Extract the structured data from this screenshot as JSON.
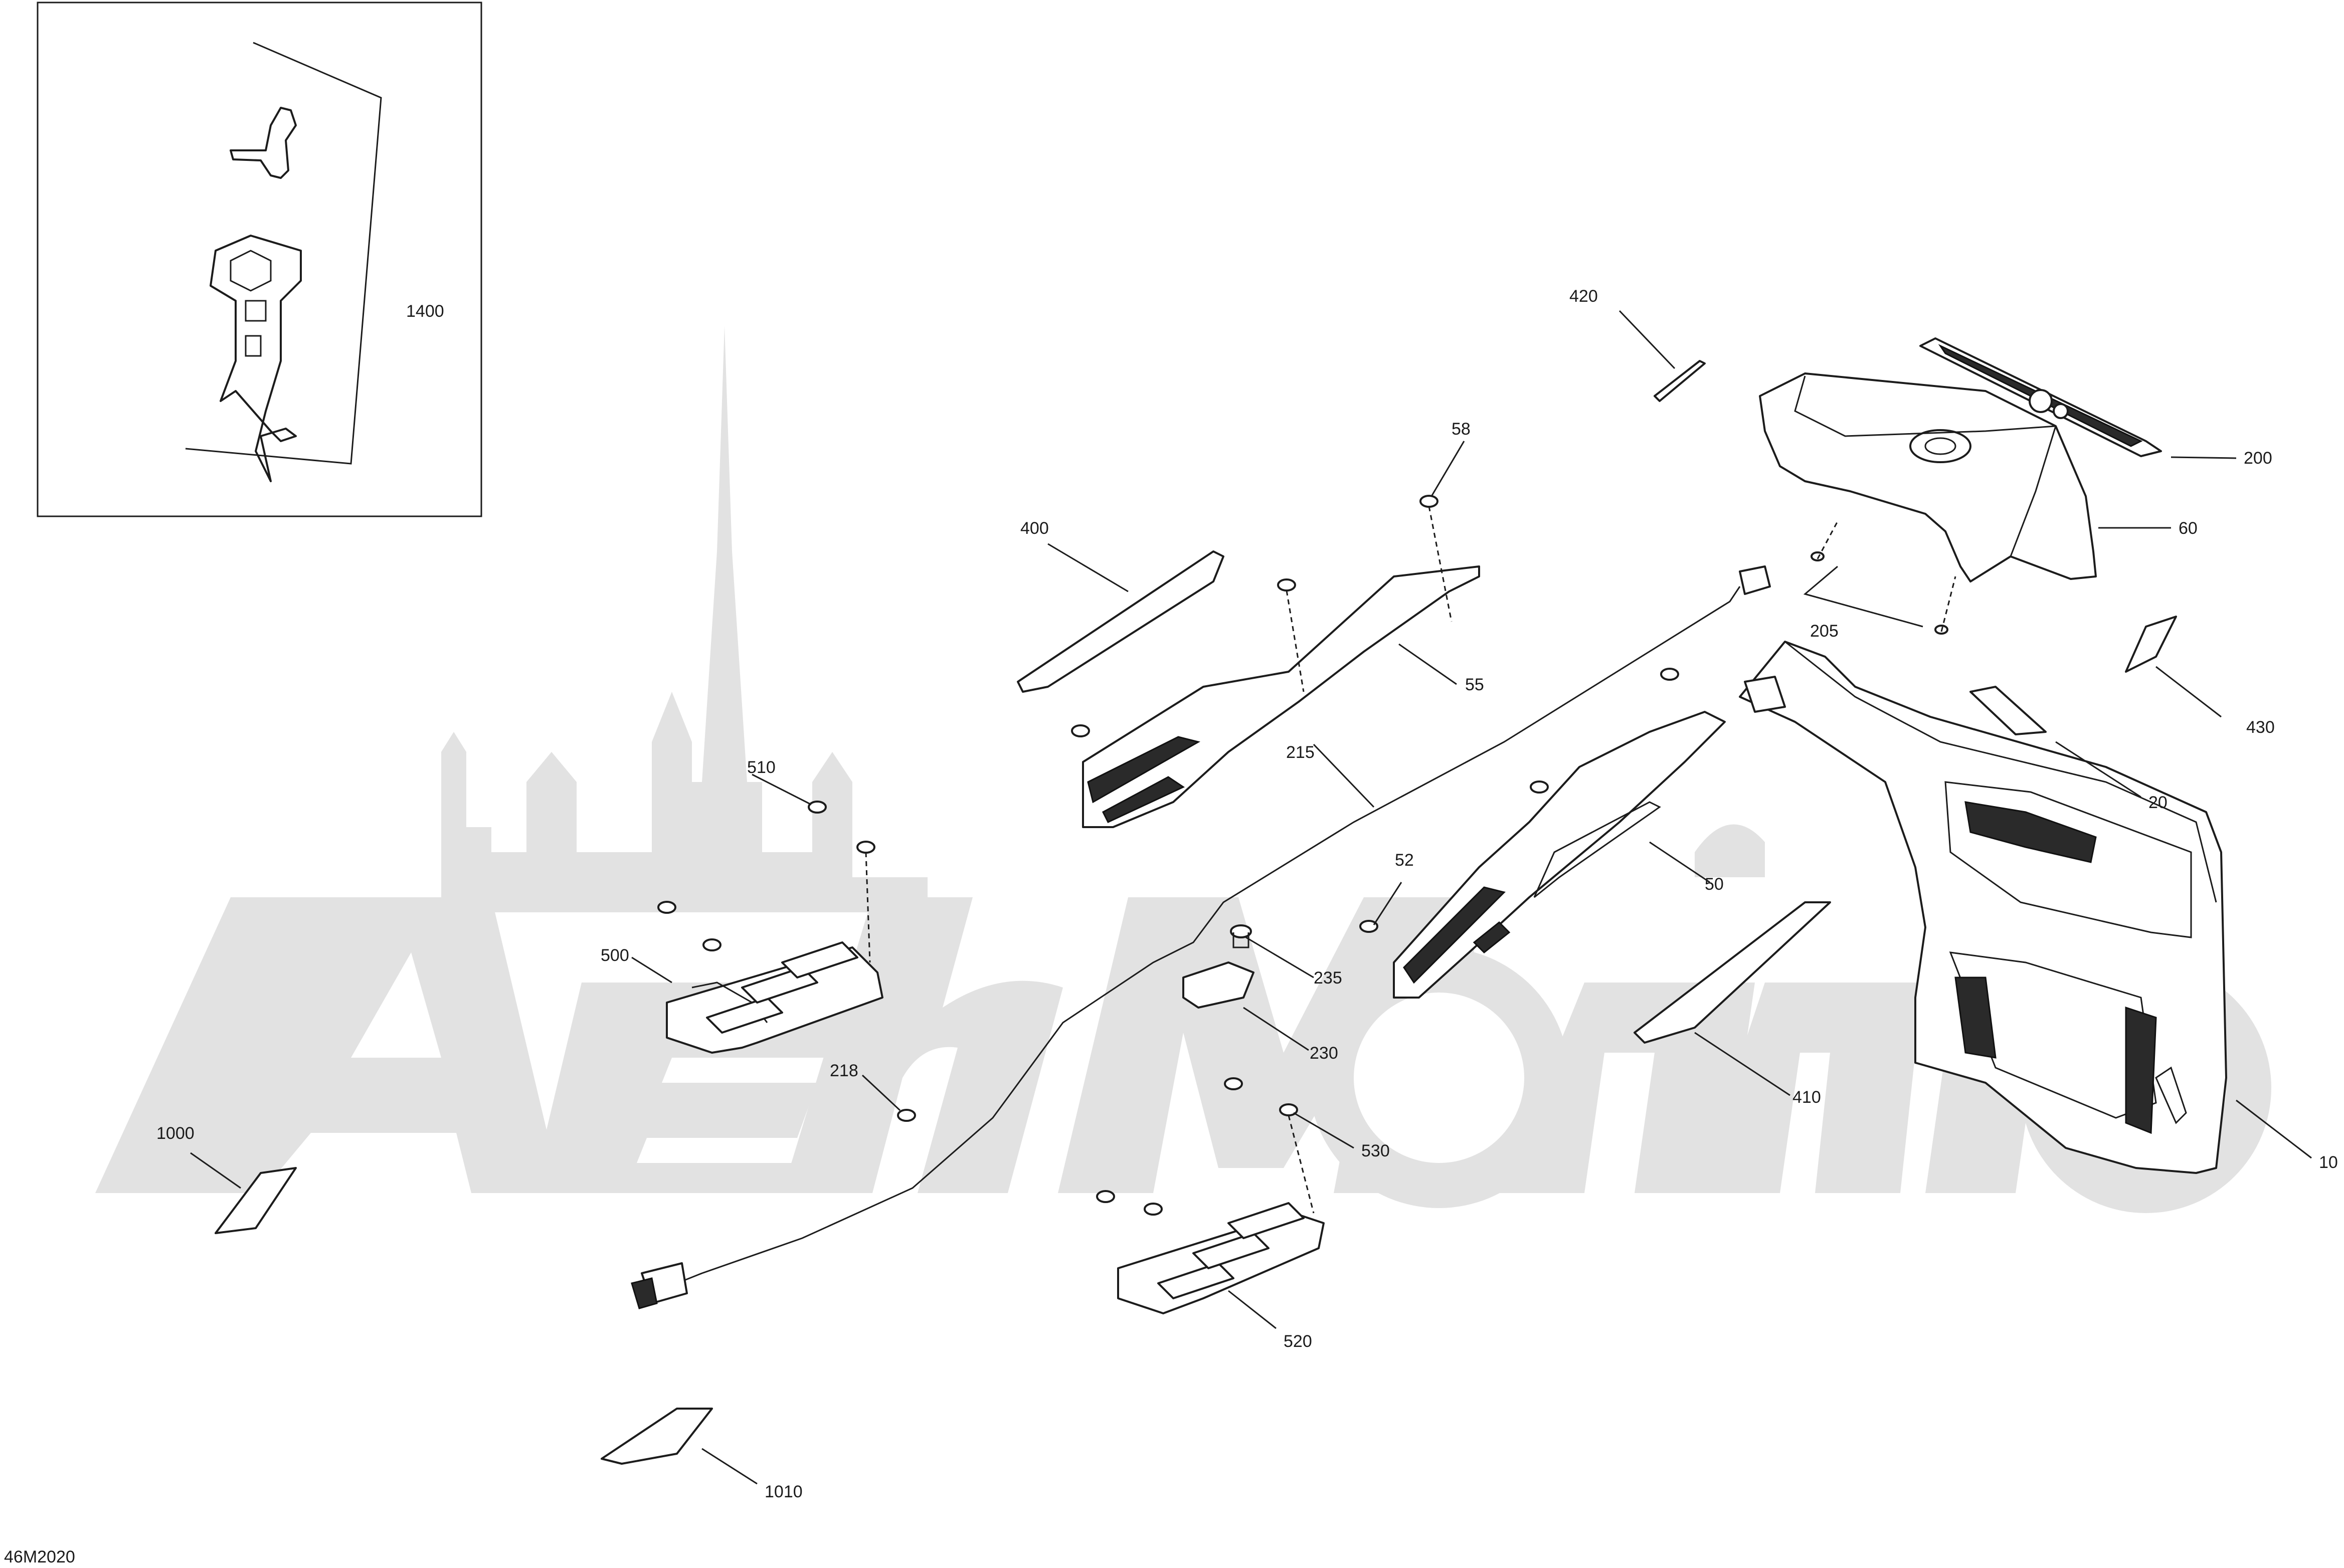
{
  "diagram_code": "46M2020",
  "watermark_text": "AertMotom",
  "callouts": [
    {
      "id": "1400",
      "label": "1400"
    },
    {
      "id": "420",
      "label": "420"
    },
    {
      "id": "200",
      "label": "200"
    },
    {
      "id": "60",
      "label": "60"
    },
    {
      "id": "58",
      "label": "58"
    },
    {
      "id": "400",
      "label": "400"
    },
    {
      "id": "55",
      "label": "55"
    },
    {
      "id": "205",
      "label": "205"
    },
    {
      "id": "430",
      "label": "430"
    },
    {
      "id": "215",
      "label": "215"
    },
    {
      "id": "20",
      "label": "20"
    },
    {
      "id": "510",
      "label": "510"
    },
    {
      "id": "52",
      "label": "52"
    },
    {
      "id": "50",
      "label": "50"
    },
    {
      "id": "500",
      "label": "500"
    },
    {
      "id": "235",
      "label": "235"
    },
    {
      "id": "230",
      "label": "230"
    },
    {
      "id": "218",
      "label": "218"
    },
    {
      "id": "410",
      "label": "410"
    },
    {
      "id": "1000",
      "label": "1000"
    },
    {
      "id": "530",
      "label": "530"
    },
    {
      "id": "10",
      "label": "10"
    },
    {
      "id": "520",
      "label": "520"
    },
    {
      "id": "1010",
      "label": "1010"
    }
  ],
  "colors": {
    "line": "#1c1c1c",
    "watermark": "#e2e2e2",
    "background": "#ffffff"
  }
}
